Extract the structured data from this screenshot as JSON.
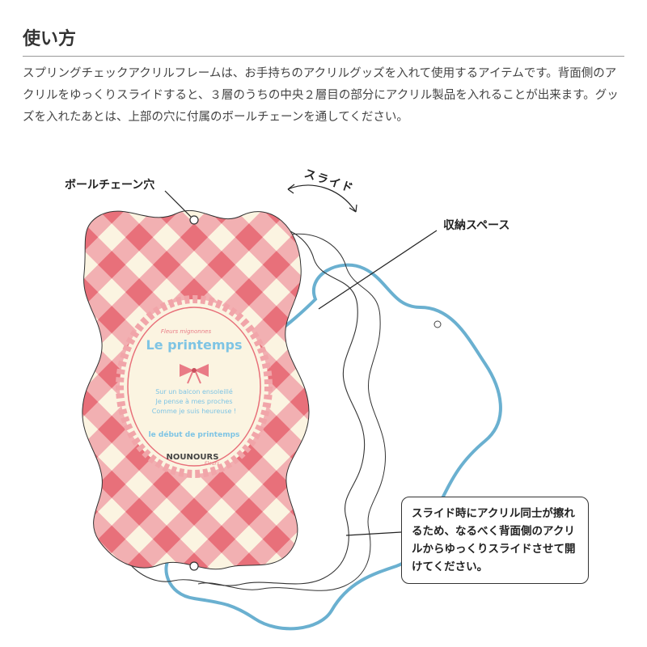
{
  "header": {
    "title": "使い方",
    "description": "スプリングチェックアクリルフレームは、お手持ちのアクリルグッズを入れて使用するアイテムです。背面側のアクリルをゆっくりスライドすると、３層のうちの中央２層目の部分にアクリル製品を入れることが出来ます。グッズを入れたあとは、上部の穴に付属のボールチェーンを通してください。"
  },
  "callouts": {
    "ball_chain_hole": "ボールチェーン穴",
    "slide": "スライド",
    "storage_space": "収納スペース",
    "note": "スライド時にアクリル同士が擦れるため、なるべく背面側のアクリルからゆっくりスライドさせて開けてください。"
  },
  "artwork": {
    "small_script": "Fleurs mignonnes",
    "main_title": "Le printemps",
    "poem_line_1": "Sur un balcon ensoleillé",
    "poem_line_2": "Je pense à mes proches",
    "poem_line_3": "Comme je suis heureuse !",
    "subtitle": "le début de printemps",
    "brand": "NOUNOURS",
    "brand_script": "Fleurs"
  },
  "colors": {
    "gingham_dark": "#e8707a",
    "gingham_mid": "#f1a5a9",
    "gingham_light": "#fbf4e1",
    "frame_outline": "#6ab0d0",
    "title_blue": "#7ec4e4",
    "ribbon": "#e97b86"
  }
}
